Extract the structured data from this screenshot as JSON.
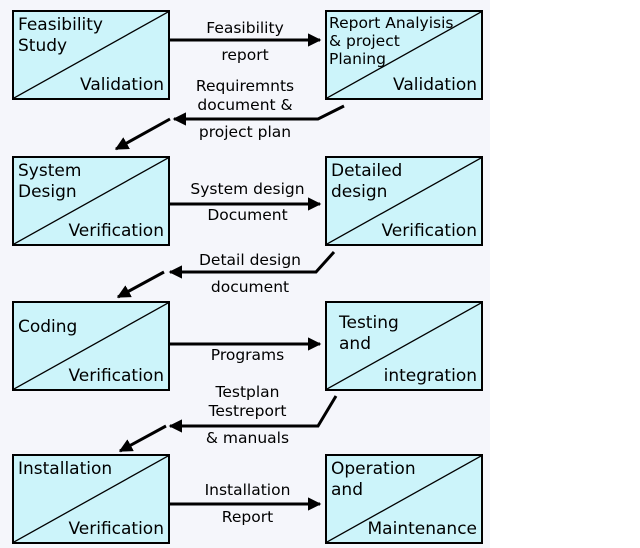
{
  "boxes": [
    {
      "top": "Feasibility\nStudy",
      "bottom": "Validation"
    },
    {
      "top": "Report Analyisis\n& project\nPlaning",
      "bottom": "Validation"
    },
    {
      "top": "System\nDesign",
      "bottom": "Verification"
    },
    {
      "top": "Detailed\ndesign",
      "bottom": "Verification"
    },
    {
      "top": "Coding",
      "bottom": "Verification"
    },
    {
      "top": "Testing\nand",
      "bottom": "integration"
    },
    {
      "top": "Installation",
      "bottom": "Verification"
    },
    {
      "top": "Operation\nand",
      "bottom": "Maintenance"
    }
  ],
  "labels": {
    "feasibility_1": "Feasibility",
    "feasibility_2": "report",
    "req_1": "Requiremnts",
    "req_2": "document &",
    "req_3": "project plan",
    "sysdesign_1": "System design",
    "sysdesign_2": "Document",
    "detail_1": "Detail design",
    "detail_2": "document",
    "programs": "Programs",
    "test_1": "Testplan",
    "test_2": "Testreport",
    "test_3": "& manuals",
    "install_1": "Installation",
    "install_2": "Report"
  }
}
